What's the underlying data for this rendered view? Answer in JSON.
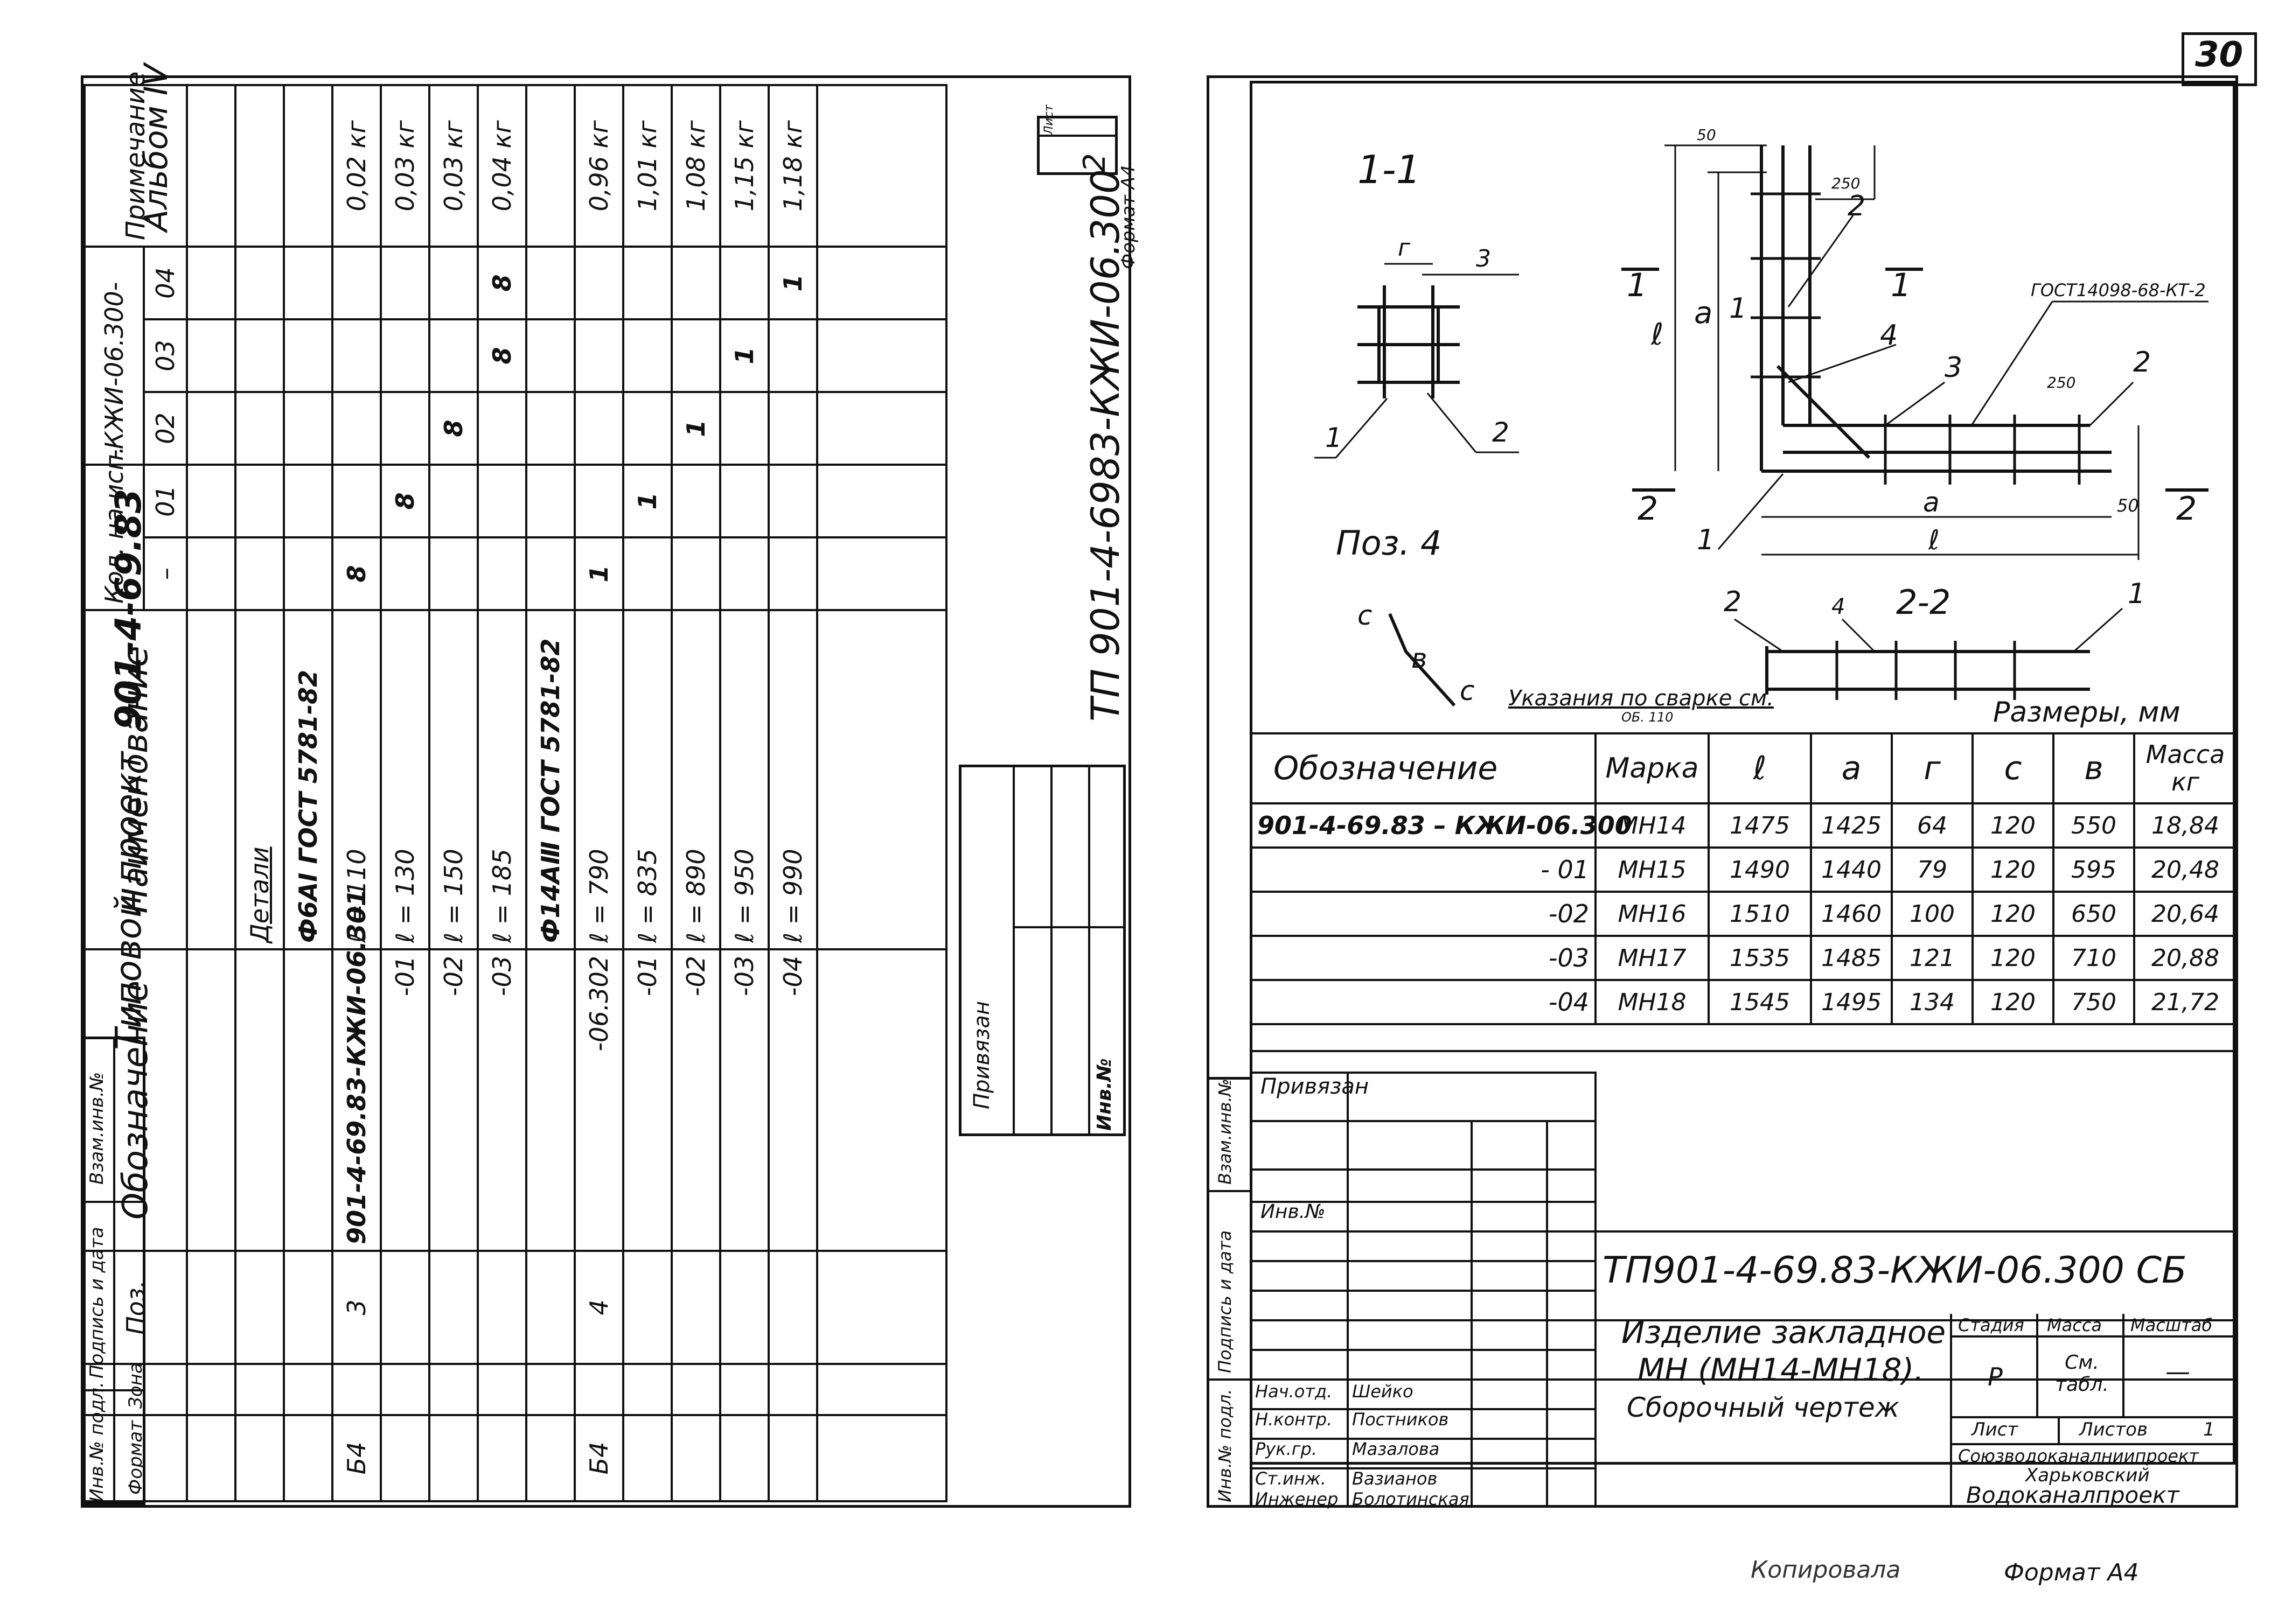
{
  "left_page": {
    "header_rotated": {
      "project_label": "Типовой проект",
      "project_code": "901-4-69.83",
      "album": "Альбом IV"
    },
    "spec_table": {
      "col_headers": {
        "format": "Формат",
        "zone": "Зона",
        "pos": "Поз.",
        "designation": "Обозначение",
        "name": "Наименование",
        "qty_title": "Кол. на исп.",
        "qty_suffix": "-КЖИ-06.300-",
        "qty_cols": [
          "–",
          "01",
          "02",
          "03",
          "04"
        ],
        "note": "Примечание"
      },
      "rows": [
        {
          "format": "",
          "pos": "",
          "designation": "",
          "name": "",
          "qty": [
            "",
            "",
            "",
            "",
            ""
          ],
          "note": ""
        },
        {
          "format": "",
          "pos": "",
          "designation": "",
          "name": "Детали",
          "qty": [
            "",
            "",
            "",
            "",
            ""
          ],
          "note": ""
        },
        {
          "format": "",
          "pos": "",
          "designation": "",
          "name": "Ф6АⅠ ГОСТ 5781-82",
          "qty": [
            "",
            "",
            "",
            "",
            ""
          ],
          "note": ""
        },
        {
          "format": "Б4",
          "pos": "3",
          "designation": "901-4-69.83-КЖИ-06.301",
          "name": "ℓ = 110",
          "qty": [
            "8",
            "",
            "",
            "",
            ""
          ],
          "note": "0,02 кг"
        },
        {
          "format": "",
          "pos": "",
          "designation": "-01",
          "name": "ℓ = 130",
          "qty": [
            "",
            "8",
            "",
            "",
            ""
          ],
          "note": "0,03 кг"
        },
        {
          "format": "",
          "pos": "",
          "designation": "-02",
          "name": "ℓ = 150",
          "qty": [
            "",
            "",
            "8",
            "",
            ""
          ],
          "note": "0,03 кг"
        },
        {
          "format": "",
          "pos": "",
          "designation": "-03",
          "name": "ℓ = 185",
          "qty": [
            "",
            "",
            "",
            "8",
            "8"
          ],
          "note": "0,04 кг"
        },
        {
          "format": "",
          "pos": "",
          "designation": "",
          "name": "Ф14АⅢ ГОСТ 5781-82",
          "qty": [
            "",
            "",
            "",
            "",
            ""
          ],
          "note": ""
        },
        {
          "format": "Б4",
          "pos": "4",
          "designation": "-06.302",
          "name": "ℓ = 790",
          "qty": [
            "1",
            "",
            "",
            "",
            ""
          ],
          "note": "0,96 кг"
        },
        {
          "format": "",
          "pos": "",
          "designation": "-01",
          "name": "ℓ = 835",
          "qty": [
            "",
            "1",
            "",
            "",
            ""
          ],
          "note": "1,01 кг"
        },
        {
          "format": "",
          "pos": "",
          "designation": "-02",
          "name": "ℓ = 890",
          "qty": [
            "",
            "",
            "1",
            "",
            ""
          ],
          "note": "1,08 кг"
        },
        {
          "format": "",
          "pos": "",
          "designation": "-03",
          "name": "ℓ = 950",
          "qty": [
            "",
            "",
            "",
            "1",
            ""
          ],
          "note": "1,15 кг"
        },
        {
          "format": "",
          "pos": "",
          "designation": "-04",
          "name": "ℓ = 990",
          "qty": [
            "",
            "",
            "",
            "",
            "1"
          ],
          "note": "1,18 кг"
        }
      ]
    },
    "side_stamp": {
      "inv_orig": "Инв.№ подл.",
      "sign_date": "Подпись и дата",
      "vzam_inv": "Взам.инв.№"
    },
    "bottom_doc_code": "ТП 901-4-6983-КЖИ-06.300",
    "sheet_label": "Лист",
    "sheet_number": "2",
    "format_note": "Формат А4",
    "privyazan": "Привязан",
    "inv_no": "Инв.№"
  },
  "right_page": {
    "page_number": "30",
    "drawing_labels": {
      "section_1": "1-1",
      "section_2": "2-2",
      "pos4": "Поз. 4",
      "gost": "ГОСТ14098-68-КТ-2",
      "welding_note": "Указания по сварке см.",
      "welding_ref": "ОБ. 110",
      "dims_unit": "Размеры, мм",
      "dim_50": "50",
      "dim_250": "250",
      "dim_a": "а",
      "dim_l": "ℓ",
      "dim_g": "г",
      "dim_v": "в",
      "dim_c": "с",
      "n1": "1",
      "n2": "2",
      "n3": "3",
      "n4": "4"
    },
    "size_table": {
      "headers": [
        "Обозначение",
        "Марка",
        "ℓ",
        "а",
        "г",
        "с",
        "в",
        "Масса кг"
      ],
      "rows": [
        [
          "901-4-69.83 – КЖИ-06.300",
          "МН14",
          "1475",
          "1425",
          "64",
          "120",
          "550",
          "18,84"
        ],
        [
          "- 01",
          "МН15",
          "1490",
          "1440",
          "79",
          "120",
          "595",
          "20,48"
        ],
        [
          "-02",
          "МН16",
          "1510",
          "1460",
          "100",
          "120",
          "650",
          "20,64"
        ],
        [
          "-03",
          "МН17",
          "1535",
          "1485",
          "121",
          "120",
          "710",
          "20,88"
        ],
        [
          "-04",
          "МН18",
          "1545",
          "1495",
          "134",
          "120",
          "750",
          "21,72"
        ]
      ]
    },
    "title_block": {
      "privyazan": "Привязан",
      "inv_no": "Инв.№",
      "doc_code": "ТП901-4-69.83-КЖИ-06.300 СБ",
      "title_line1": "Изделие закладное",
      "title_line2": "МН (МН14-МН18).",
      "title_line3": "Сборочный чертеж",
      "stage_label": "Стадия",
      "stage_value": "Р",
      "mass_label": "Масса",
      "mass_value": "См. табл.",
      "scale_label": "Масштаб",
      "scale_value": "—",
      "sheet_label": "Лист",
      "sheets_label": "Листов",
      "sheets_value": "1",
      "org_line1": "Союзводоканалниипроект",
      "org_line2": "Харьковский",
      "org_line3": "Водоканалпроект",
      "people": [
        {
          "role": "Нач.отд.",
          "name": "Шейко"
        },
        {
          "role": "Н.контр.",
          "name": "Постников"
        },
        {
          "role": "Рук.гр.",
          "name": "Мазалова"
        },
        {
          "role": "Ст.инж.",
          "name": "Вазианов"
        },
        {
          "role": "Инженер",
          "name": "Болотинская"
        }
      ]
    },
    "side_stamp": {
      "inv_orig": "Инв.№ подл.",
      "sign_date": "Подпись и дата",
      "vzam_inv": "Взам.инв.№"
    },
    "footer": {
      "copied": "Копировала",
      "format": "Формат А4"
    }
  }
}
